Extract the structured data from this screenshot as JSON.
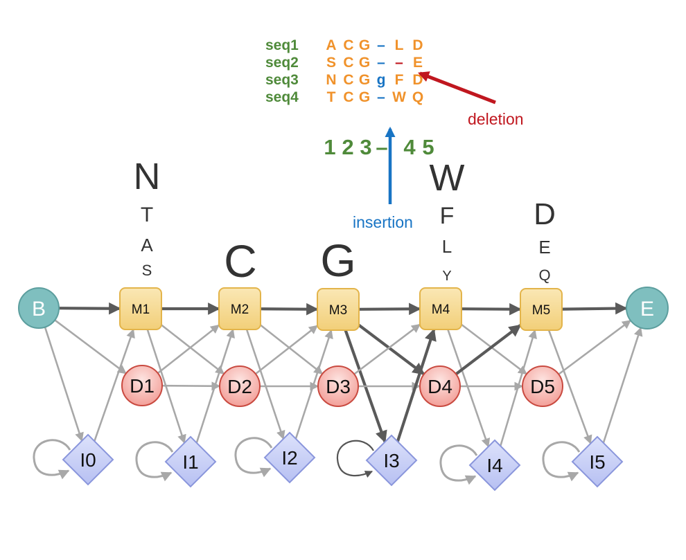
{
  "alignment": {
    "rows": [
      {
        "label": "seq1",
        "chars": [
          {
            "c": "A",
            "t": "match"
          },
          {
            "c": "C",
            "t": "match"
          },
          {
            "c": "G",
            "t": "match"
          },
          {
            "c": "–",
            "t": "gap"
          },
          {
            "c": "L",
            "t": "match"
          },
          {
            "c": "D",
            "t": "match"
          }
        ]
      },
      {
        "label": "seq2",
        "chars": [
          {
            "c": "S",
            "t": "match"
          },
          {
            "c": "C",
            "t": "match"
          },
          {
            "c": "G",
            "t": "match"
          },
          {
            "c": "–",
            "t": "gap"
          },
          {
            "c": "–",
            "t": "deletion"
          },
          {
            "c": "E",
            "t": "match"
          }
        ]
      },
      {
        "label": "seq3",
        "chars": [
          {
            "c": "N",
            "t": "match"
          },
          {
            "c": "C",
            "t": "match"
          },
          {
            "c": "G",
            "t": "match"
          },
          {
            "c": "g",
            "t": "insertion"
          },
          {
            "c": "F",
            "t": "match"
          },
          {
            "c": "D",
            "t": "match"
          }
        ]
      },
      {
        "label": "seq4",
        "chars": [
          {
            "c": "T",
            "t": "match"
          },
          {
            "c": "C",
            "t": "match"
          },
          {
            "c": "G",
            "t": "match"
          },
          {
            "c": "–",
            "t": "gap"
          },
          {
            "c": "W",
            "t": "match"
          },
          {
            "c": "Q",
            "t": "match"
          }
        ]
      }
    ],
    "column_numbers": [
      "1",
      "2",
      "3",
      "–",
      "4",
      "5"
    ]
  },
  "annotations": {
    "deletion": "deletion",
    "insertion": "insertion"
  },
  "profile_logos": [
    {
      "column": "M1",
      "letters": [
        "N",
        "T",
        "A",
        "S"
      ]
    },
    {
      "column": "M2",
      "letters": [
        "C"
      ]
    },
    {
      "column": "M3",
      "letters": [
        "G"
      ]
    },
    {
      "column": "M4",
      "letters": [
        "W",
        "F",
        "L",
        "Y"
      ]
    },
    {
      "column": "M5",
      "letters": [
        "D",
        "E",
        "Q"
      ]
    }
  ],
  "nodes": {
    "begin": {
      "id": "B",
      "label": "B"
    },
    "end": {
      "id": "E",
      "label": "E"
    },
    "match": [
      {
        "id": "M1",
        "label": "M1"
      },
      {
        "id": "M2",
        "label": "M2"
      },
      {
        "id": "M3",
        "label": "M3"
      },
      {
        "id": "M4",
        "label": "M4"
      },
      {
        "id": "M5",
        "label": "M5"
      }
    ],
    "delete": [
      {
        "id": "D1",
        "label": "D1"
      },
      {
        "id": "D2",
        "label": "D2"
      },
      {
        "id": "D3",
        "label": "D3"
      },
      {
        "id": "D4",
        "label": "D4"
      },
      {
        "id": "D5",
        "label": "D5"
      }
    ],
    "insert": [
      {
        "id": "I0",
        "label": "I0"
      },
      {
        "id": "I1",
        "label": "I1"
      },
      {
        "id": "I2",
        "label": "I2"
      },
      {
        "id": "I3",
        "label": "I3"
      },
      {
        "id": "I4",
        "label": "I4"
      },
      {
        "id": "I5",
        "label": "I5"
      }
    ]
  },
  "edges": [
    {
      "from": "B",
      "to": "M1",
      "weight": "strong"
    },
    {
      "from": "B",
      "to": "D1",
      "weight": "light"
    },
    {
      "from": "B",
      "to": "I0",
      "weight": "light"
    },
    {
      "from": "I0",
      "to": "M1",
      "weight": "light"
    },
    {
      "from": "I0",
      "to": "I0",
      "weight": "light"
    },
    {
      "from": "M1",
      "to": "M2",
      "weight": "strong"
    },
    {
      "from": "M1",
      "to": "D2",
      "weight": "light"
    },
    {
      "from": "M1",
      "to": "I1",
      "weight": "light"
    },
    {
      "from": "D1",
      "to": "M2",
      "weight": "light"
    },
    {
      "from": "D1",
      "to": "D2",
      "weight": "light"
    },
    {
      "from": "I1",
      "to": "M2",
      "weight": "light"
    },
    {
      "from": "I1",
      "to": "I1",
      "weight": "light"
    },
    {
      "from": "M2",
      "to": "M3",
      "weight": "strong"
    },
    {
      "from": "M2",
      "to": "D3",
      "weight": "light"
    },
    {
      "from": "M2",
      "to": "I2",
      "weight": "light"
    },
    {
      "from": "D2",
      "to": "M3",
      "weight": "light"
    },
    {
      "from": "D2",
      "to": "D3",
      "weight": "light"
    },
    {
      "from": "I2",
      "to": "M3",
      "weight": "light"
    },
    {
      "from": "I2",
      "to": "I2",
      "weight": "light"
    },
    {
      "from": "M3",
      "to": "M4",
      "weight": "strong"
    },
    {
      "from": "M3",
      "to": "D4",
      "weight": "strong"
    },
    {
      "from": "M3",
      "to": "I3",
      "weight": "strong"
    },
    {
      "from": "D3",
      "to": "M4",
      "weight": "light"
    },
    {
      "from": "D3",
      "to": "D4",
      "weight": "light"
    },
    {
      "from": "I3",
      "to": "M4",
      "weight": "strong"
    },
    {
      "from": "I3",
      "to": "I3",
      "weight": "dark"
    },
    {
      "from": "M4",
      "to": "M5",
      "weight": "strong"
    },
    {
      "from": "M4",
      "to": "D5",
      "weight": "light"
    },
    {
      "from": "M4",
      "to": "I4",
      "weight": "light"
    },
    {
      "from": "D4",
      "to": "M5",
      "weight": "strong"
    },
    {
      "from": "D4",
      "to": "D5",
      "weight": "light"
    },
    {
      "from": "I4",
      "to": "M5",
      "weight": "light"
    },
    {
      "from": "I4",
      "to": "I4",
      "weight": "light"
    },
    {
      "from": "M5",
      "to": "E",
      "weight": "strong"
    },
    {
      "from": "M5",
      "to": "I5",
      "weight": "light"
    },
    {
      "from": "D5",
      "to": "E",
      "weight": "light"
    },
    {
      "from": "I5",
      "to": "E",
      "weight": "light"
    },
    {
      "from": "I5",
      "to": "I5",
      "weight": "light"
    }
  ],
  "colors": {
    "label_green": "#4f8a3a",
    "residue_orange": "#f0922b",
    "gap_blue": "#1874c4",
    "deletion_red": "#c0171f",
    "begin_end_fill": "#7fbfbf",
    "match_fill": "#f6d88e",
    "delete_fill": "#f5a8a3",
    "insert_fill": "#c6cdf5",
    "edge_strong": "#5a5a5a",
    "edge_light": "#a8a8a8"
  }
}
